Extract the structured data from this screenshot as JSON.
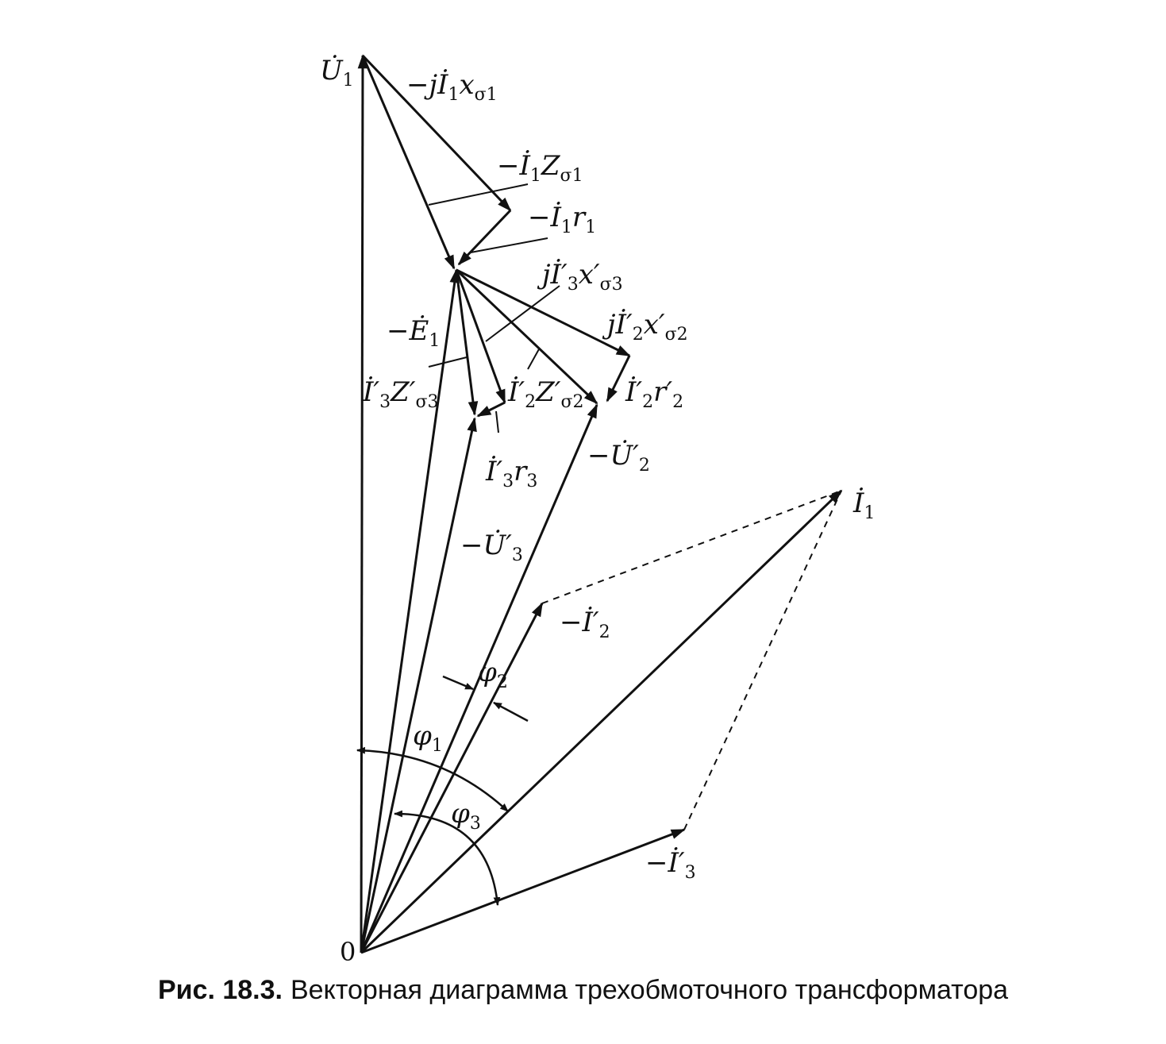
{
  "caption": {
    "figure_no": "Рис. 18.3.",
    "text": "Векторная диаграмма трехобмоточного трансформатора"
  },
  "labels": {
    "origin": "0",
    "U1": {
      "main": "U̇",
      "sub": "1"
    },
    "jI1x": {
      "main": "−jİ",
      "sub1": "1",
      "mid": "x",
      "sub2": "σ1"
    },
    "I1Z": {
      "main": "−İ",
      "sub1": "1",
      "mid": "Z",
      "sub2": "σ1"
    },
    "I1r": {
      "main": "−İ",
      "sub1": "1",
      "mid": "r",
      "sub2": "1"
    },
    "jI3x": {
      "main": "jİ′",
      "sub1": "3",
      "mid": "x′",
      "sub2": "σ3"
    },
    "jI2x": {
      "main": "jİ′",
      "sub1": "2",
      "mid": "x′",
      "sub2": "σ2"
    },
    "E1": {
      "main": "−Ė",
      "sub": "1"
    },
    "I3Z": {
      "main": "İ′",
      "sub1": "3",
      "mid": "Z′",
      "sub2": "σ3"
    },
    "I2Z": {
      "main": "İ′",
      "sub1": "2",
      "mid": "Z′",
      "sub2": "σ2"
    },
    "I2r": {
      "main": "İ′",
      "sub1": "2",
      "mid": "r′",
      "sub2": "2"
    },
    "I3r": {
      "main": "İ′",
      "sub1": "3",
      "mid": "r",
      "sub2": "3"
    },
    "U2": {
      "main": "−U̇′",
      "sub": "2"
    },
    "U3": {
      "main": "−U̇′",
      "sub": "3"
    },
    "I1": {
      "main": "İ",
      "sub": "1"
    },
    "I2": {
      "main": "−İ′",
      "sub": "2"
    },
    "I3": {
      "main": "−İ′",
      "sub": "3"
    },
    "phi1": {
      "main": "φ",
      "sub": "1"
    },
    "phi2": {
      "main": "φ",
      "sub": "2"
    },
    "phi3": {
      "main": "φ",
      "sub": "3"
    }
  }
}
